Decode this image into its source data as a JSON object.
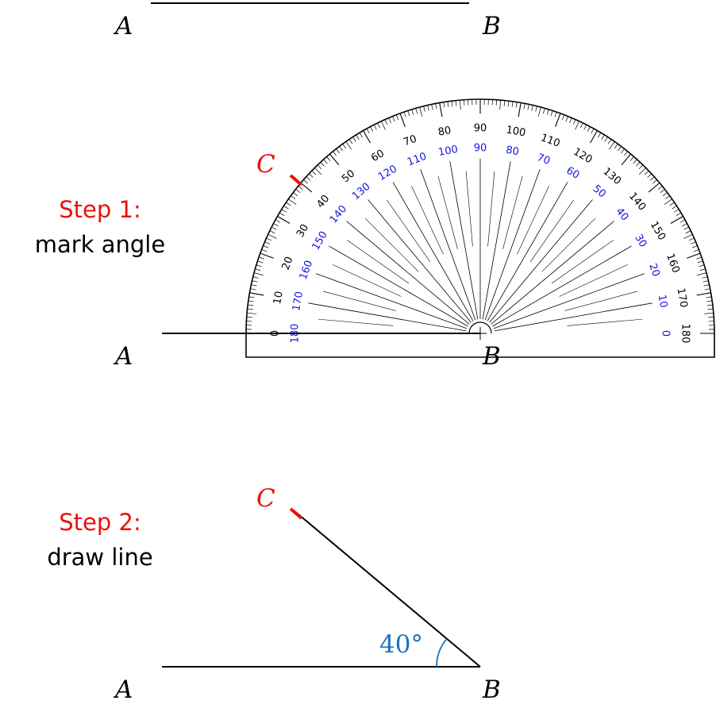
{
  "colors": {
    "step_title": "#e8120c",
    "point_c": "#e8120c",
    "inner_scale": "#1515e0",
    "angle": "#1f6fbf",
    "line": "#000000"
  },
  "top_figure": {
    "point_a": "A",
    "point_b": "B"
  },
  "step1": {
    "title": "Step 1:",
    "subtitle": "mark angle",
    "point_a": "A",
    "point_b": "B",
    "point_c": "C"
  },
  "protractor": {
    "outer_scale_labels": [
      "0",
      "10",
      "20",
      "30",
      "40",
      "50",
      "60",
      "70",
      "80",
      "90",
      "100",
      "110",
      "120",
      "130",
      "140",
      "150",
      "160",
      "170",
      "180"
    ],
    "inner_scale_labels": [
      "180",
      "170",
      "160",
      "150",
      "140",
      "130",
      "120",
      "110",
      "100",
      "90",
      "80",
      "70",
      "60",
      "50",
      "40",
      "30",
      "20",
      "10",
      "0"
    ],
    "marked_angle_deg": 40
  },
  "step2": {
    "title": "Step 2:",
    "subtitle": "draw line",
    "point_a": "A",
    "point_b": "B",
    "point_c": "C",
    "angle_label": "40°",
    "angle_deg": 40
  }
}
